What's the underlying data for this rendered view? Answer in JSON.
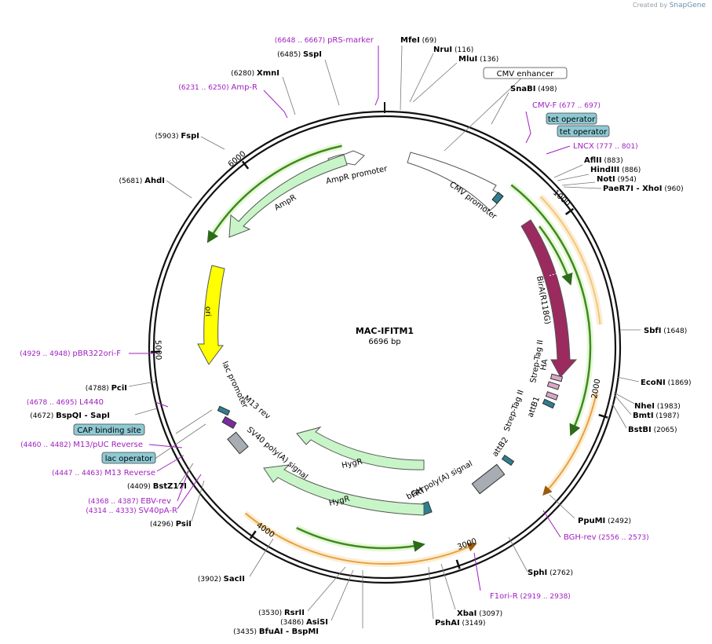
{
  "header": {
    "created_by": "Created by",
    "brand": "SnapGene"
  },
  "map": {
    "name": "MAC-IFITM1",
    "size_label": "6696 bp",
    "length": 6696,
    "ticks": [
      "1000",
      "2000",
      "3000",
      "4000",
      "5000",
      "6000"
    ]
  },
  "sites": [
    {
      "label": "MfeI",
      "pos": "(69)"
    },
    {
      "label": "NruI",
      "pos": "(116)"
    },
    {
      "label": "MluI",
      "pos": "(136)"
    },
    {
      "label": "SnaBI",
      "pos": "(498)"
    },
    {
      "label": "AflII",
      "pos": "(883)"
    },
    {
      "label": "HindIII",
      "pos": "(886)"
    },
    {
      "label": "NotI",
      "pos": "(954)"
    },
    {
      "label": "PaeR7I",
      "label2": "XhoI",
      "pos": "(960)"
    },
    {
      "label": "SbfI",
      "pos": "(1648)"
    },
    {
      "label": "EcoNI",
      "pos": "(1869)"
    },
    {
      "label": "NheI",
      "pos": "(1983)"
    },
    {
      "label": "BmtI",
      "pos": "(1987)"
    },
    {
      "label": "BstBI",
      "pos": "(2065)"
    },
    {
      "label": "PpuMI",
      "pos": "(2492)"
    },
    {
      "label": "SphI",
      "pos": "(2762)"
    },
    {
      "label": "XbaI",
      "pos": "(3097)"
    },
    {
      "label": "PshAI",
      "pos": "(3149)"
    },
    {
      "label": "RsrII",
      "pos": "(3530)"
    },
    {
      "label": "AsiSI",
      "pos": "(3486)"
    },
    {
      "label": "BfuAI",
      "label2": "BspMI",
      "pos": "(3435)"
    },
    {
      "label": "SacII",
      "pos": "(3902)"
    },
    {
      "label": "PsiI",
      "pos": "(4296)"
    },
    {
      "label": "BstZ17I",
      "pos": "(4409)"
    },
    {
      "label": "BspQI",
      "label2": "SapI",
      "pos": "(4672)"
    },
    {
      "label": "PciI",
      "pos": "(4788)"
    },
    {
      "label": "AhdI",
      "pos": "(5681)"
    },
    {
      "label": "FspI",
      "pos": "(5903)"
    },
    {
      "label": "XmnI",
      "pos": "(6280)"
    },
    {
      "label": "SspI",
      "pos": "(6485)"
    }
  ],
  "primers": [
    {
      "label": "pRS-marker",
      "pos": "(6648 .. 6667)"
    },
    {
      "label": "Amp-R",
      "pos": "(6231 .. 6250)"
    },
    {
      "label": "CMV-F",
      "pos": "(677 .. 697)"
    },
    {
      "label": "LNCX",
      "pos": "(777 .. 801)"
    },
    {
      "label": "pBR322ori-F",
      "pos": "(4929 .. 4948)"
    },
    {
      "label": "L4440",
      "pos": "(4678 .. 4695)"
    },
    {
      "label": "M13/pUC Reverse",
      "pos": "(4460 .. 4482)"
    },
    {
      "label": "M13 Reverse",
      "pos": "(4447 .. 4463)"
    },
    {
      "label": "EBV-rev",
      "pos": "(4368 .. 4387)"
    },
    {
      "label": "SV40pA-R",
      "pos": "(4314 .. 4333)"
    },
    {
      "label": "BGH-rev",
      "pos": "(2556 .. 2573)"
    },
    {
      "label": "F1ori-R",
      "pos": "(2919 .. 2938)"
    }
  ],
  "boxed_features": [
    {
      "label": "CMV enhancer"
    },
    {
      "label": "tet operator"
    },
    {
      "label": "tet operator"
    },
    {
      "label": "CAP binding site"
    },
    {
      "label": "lac operator"
    }
  ],
  "features": [
    {
      "label": "CMV promoter"
    },
    {
      "label": "AmpR promoter"
    },
    {
      "label": "AmpR"
    },
    {
      "label": "ori"
    },
    {
      "label": "BirA(R118G)"
    },
    {
      "label": "Strep-Tag II"
    },
    {
      "label": "HA"
    },
    {
      "label": "Strep-Tag II"
    },
    {
      "label": "attB1"
    },
    {
      "label": "attB2"
    },
    {
      "label": "bGH poly(A) signal"
    },
    {
      "label": "FRT"
    },
    {
      "label": "HygR"
    },
    {
      "label": "HygR"
    },
    {
      "label": "SV40 poly(A) signal"
    },
    {
      "label": "M13 rev"
    },
    {
      "label": "lac promoter"
    }
  ],
  "colors": {
    "site_label": "#000000",
    "primer": "#a020c0",
    "backbone": "#111111",
    "cmv_promoter": "#ffffff",
    "amp": "#c8f5c8",
    "ori": "#ffff00",
    "bira": "#9b2a5f",
    "orange_arc": "#e8a040",
    "green_arc": "#4a9a2a",
    "tag": "#d9a7c7",
    "att": "#2e7f90",
    "polya": "#a8adb3",
    "box_blue": "#8ec9d4"
  }
}
